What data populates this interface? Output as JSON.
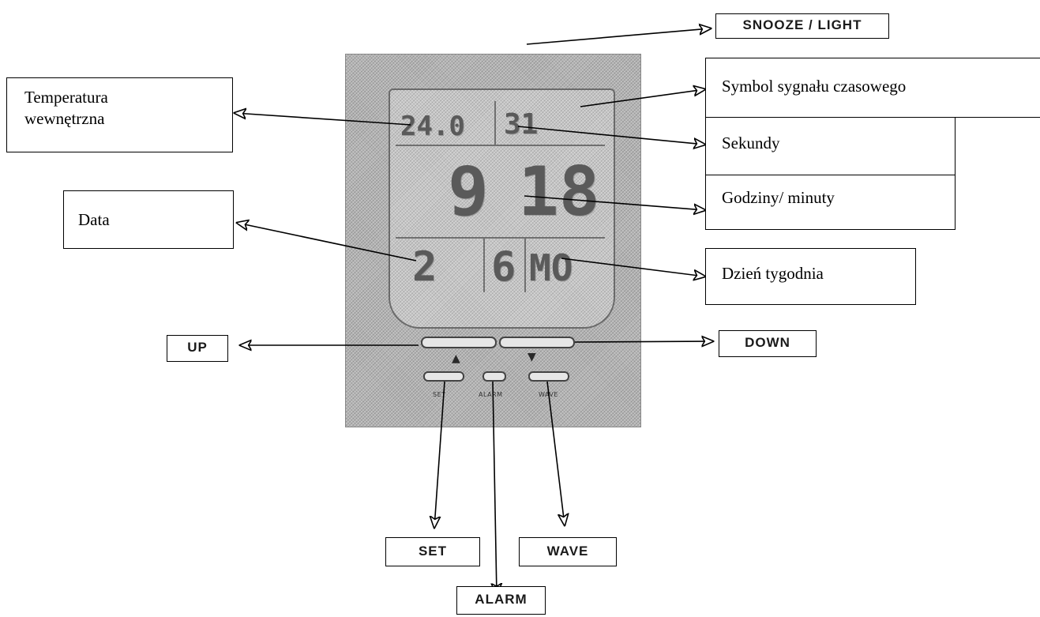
{
  "device": {
    "indoor_temp": "24.0",
    "seconds": "31",
    "hours": "9",
    "minutes": "18",
    "date_day": "2",
    "date_month": "6",
    "weekday": "MO",
    "set_caption": "SET",
    "alarm_caption": "ALARM",
    "wave_caption": "WAVE"
  },
  "labels": {
    "snooze_light": "SNOOZE / LIGHT",
    "indoor_temperature_line1": "Temperatura",
    "indoor_temperature_line2": "wewnętrzna",
    "time_signal_symbol": "Symbol sygnału czasowego",
    "seconds": "Sekundy",
    "hours_minutes": "Godziny/ minuty",
    "date": "Data",
    "weekday": "Dzień tygodnia",
    "up": "UP",
    "down": "DOWN",
    "set": "SET",
    "alarm": "ALARM",
    "wave": "WAVE"
  },
  "icons": {
    "up_triangle": "▲",
    "down_triangle": "▼"
  }
}
